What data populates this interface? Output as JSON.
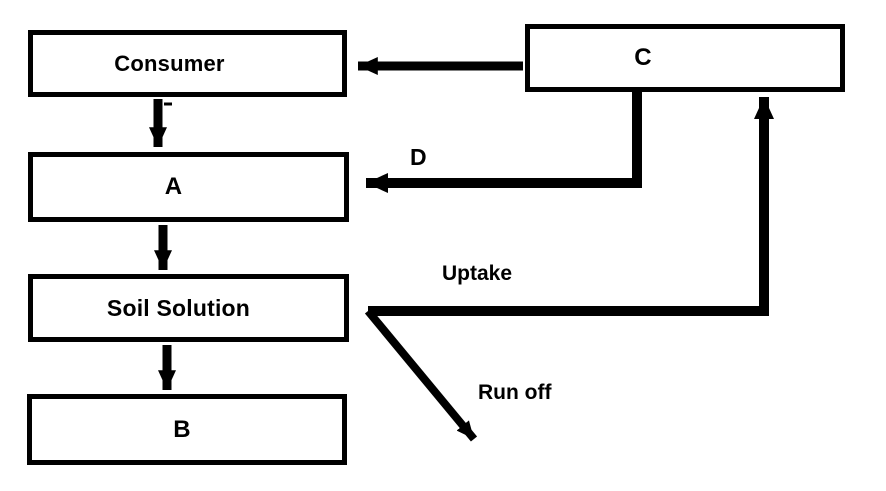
{
  "colors": {
    "background": "#ffffff",
    "line": "#000000",
    "text": "#000000"
  },
  "boxes": [
    {
      "id": "consumer",
      "label": "Consumer"
    },
    {
      "id": "a",
      "label": "A"
    },
    {
      "id": "soil-solution",
      "label": "Soil Solution"
    },
    {
      "id": "b",
      "label": "B"
    },
    {
      "id": "c",
      "label": "C"
    }
  ],
  "arrow_labels": [
    {
      "id": "d",
      "label": "D"
    },
    {
      "id": "uptake",
      "label": "Uptake"
    },
    {
      "id": "runoff",
      "label": "Run off"
    }
  ],
  "edges": [
    {
      "from": "C",
      "to": "Consumer",
      "label": null
    },
    {
      "from": "Consumer",
      "to": "A",
      "label": null
    },
    {
      "from": "C",
      "to": "A",
      "label": "D"
    },
    {
      "from": "A",
      "to": "Soil Solution",
      "label": null
    },
    {
      "from": "Soil Solution",
      "to": "B",
      "label": null
    },
    {
      "from": "Soil Solution",
      "to": "C",
      "label": "Uptake"
    },
    {
      "from": "Soil Solution",
      "to": null,
      "label": "Run off"
    }
  ]
}
